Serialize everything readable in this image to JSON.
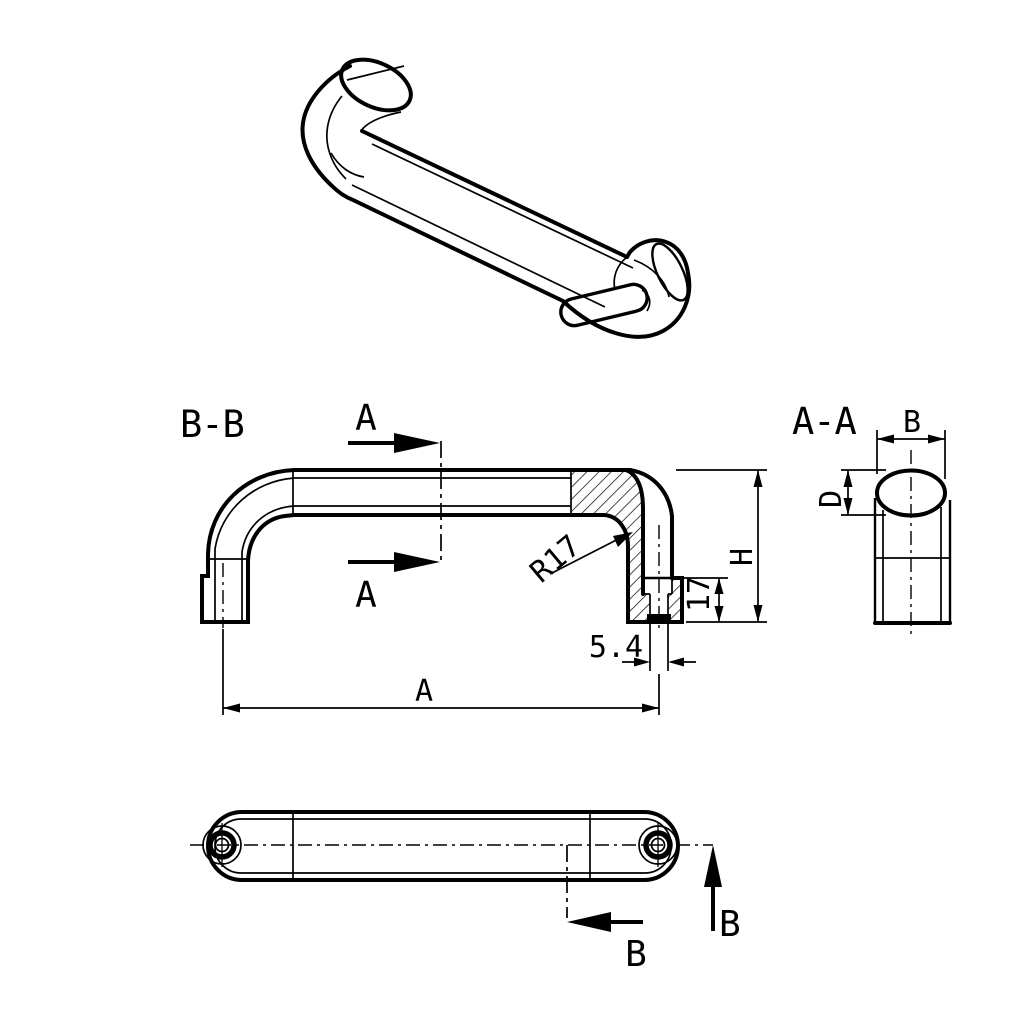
{
  "document": {
    "type": "engineering-drawing",
    "subject": "pull-handle",
    "colors": {
      "ink": "#000000",
      "paper": "#ffffff"
    }
  },
  "views": {
    "front_section": {
      "label": "B-B",
      "cut_arrow_label": "A",
      "dims": {
        "bend_radius": "R17",
        "foot_height": "17",
        "hole_width": "5.4",
        "hole_spacing": "A",
        "overall_height": "H"
      }
    },
    "side_section": {
      "label": "A-A",
      "dims": {
        "grip_width": "B",
        "grip_depth": "D"
      }
    },
    "bottom_view": {
      "cut_arrow_label": "B"
    }
  }
}
